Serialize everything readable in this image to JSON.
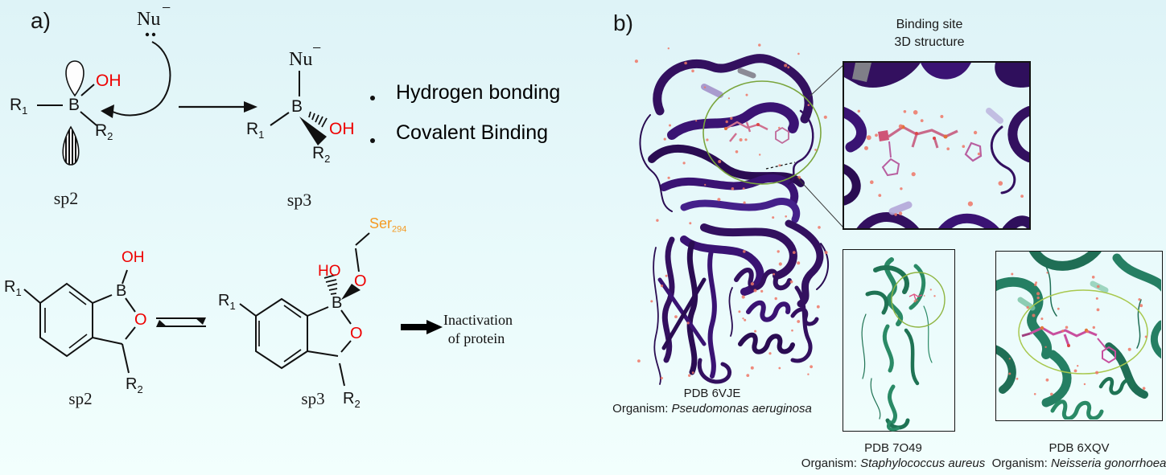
{
  "panel_a": {
    "label": "a)",
    "reaction1": {
      "reactant": {
        "nu": "Nu",
        "nu_charge": "−",
        "r1_base": "R",
        "r1_sub": "1",
        "boron": "B",
        "hydroxyl": "OH",
        "r2_base": "R",
        "r2_sub": "2",
        "state_label": "sp2"
      },
      "product": {
        "nu": "Nu",
        "nu_charge": "−",
        "r1_base": "R",
        "r1_sub": "1",
        "boron": "B",
        "hydroxyl": "OH",
        "r2_base": "R",
        "r2_sub": "2",
        "state_label": "sp3"
      },
      "bullets": [
        "Hydrogen bonding",
        "Covalent Binding"
      ]
    },
    "reaction2": {
      "reactant": {
        "r1_base": "R",
        "r1_sub": "1",
        "hydroxyl": "OH",
        "boron": "B",
        "ring_oxygen": "O",
        "r2_base": "R",
        "r2_sub": "2",
        "state_label": "sp2"
      },
      "product": {
        "r1_base": "R",
        "r1_sub": "1",
        "hydroxyl": "HO",
        "boron": "B",
        "top_oxygen": "O",
        "ring_oxygen": "O",
        "r2_base": "R",
        "r2_sub": "2",
        "ser_base": "Ser",
        "ser_sub": "294",
        "state_label": "sp3"
      },
      "outcome_line1": "Inactivation",
      "outcome_line2": "of protein"
    }
  },
  "panel_b": {
    "label": "b)",
    "inset_title": [
      "Binding site",
      "3D structure"
    ],
    "structures": [
      {
        "pdb": "PDB 6VJE",
        "organism_label": "Organism:",
        "organism": "Pseudomonas aeruginosa"
      },
      {
        "pdb": "PDB 7O49",
        "organism_label": "Organism:",
        "organism": "Staphylococcus aureus"
      },
      {
        "pdb": "PDB 6XQV",
        "organism_label": "Organism:",
        "organism": "Neisseria gonorrhoea"
      }
    ]
  },
  "colors": {
    "background": "#e7f9fa",
    "atom_red": "#ee0000",
    "ser_orange": "#f59a23",
    "ribbon_purple": "#33105f",
    "ribbon_green": "#2a8a66",
    "ligand_pink": "#c96a8a",
    "water_red": "#ef7565",
    "ellipse_green": "#7aa53c"
  }
}
